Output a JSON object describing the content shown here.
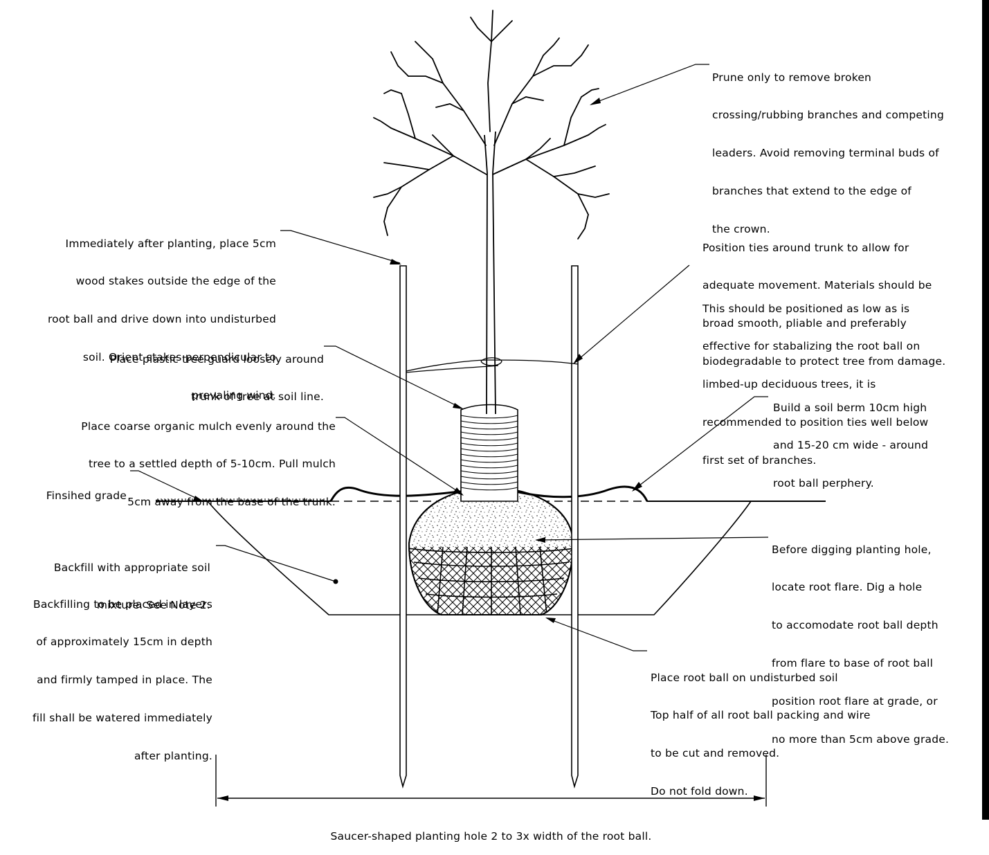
{
  "notes": {
    "prune": [
      "Prune only to remove broken",
      "crossing/rubbing branches and competing",
      "leaders. Avoid removing terminal buds of",
      "branches that extend to the edge of",
      "the crown."
    ],
    "stakes": [
      "Immediately after planting, place 5cm",
      "wood stakes outside the edge of the",
      "root ball and drive down into undisturbed",
      "soil. Orient stakes perpendicular to",
      "prevaling wind."
    ],
    "ties": [
      "Position ties around trunk to allow for",
      "adequate movement. Materials should be",
      "broad smooth, pliable and preferably",
      "biodegradable to protect tree from damage."
    ],
    "ties_low": [
      "This should be positioned as low as is",
      "effective for stabalizing the root ball on",
      "limbed-up deciduous trees, it is",
      "recommended to position ties well below",
      "first set of branches."
    ],
    "guard": [
      "Place plastic tree guard loosely around",
      "trunk of tree at soil line."
    ],
    "mulch": [
      "Place coarse organic mulch evenly around the",
      "tree to a settled depth of 5-10cm. Pull mulch",
      "5cm away from the base of the trunk."
    ],
    "berm": [
      "Build a soil berm 10cm high",
      "and 15-20 cm wide - around",
      "root ball perphery."
    ],
    "grade": [
      "Finsihed grade"
    ],
    "backfill": [
      "Backfill with appropriate soil",
      "mixture. See Note 2."
    ],
    "layers": [
      "Backfilling to be placed in layers",
      "of approximately 15cm in depth",
      "and firmly tamped in place. The",
      "fill shall be watered immediately",
      "after planting."
    ],
    "root_flare": [
      "Before digging planting hole,",
      "locate root flare. Dig a hole",
      "to accomodate root ball depth",
      "from flare to base of root ball",
      "position root flare at grade, or",
      "no more than 5cm above grade."
    ],
    "root_ball": [
      "Place root ball on undisturbed soil",
      "Top half of all root ball packing and wire",
      "to be cut and removed.",
      "Do not fold down."
    ],
    "dimension": [
      "Saucer-shaped planting hole 2 to 3x width of the root ball."
    ]
  }
}
